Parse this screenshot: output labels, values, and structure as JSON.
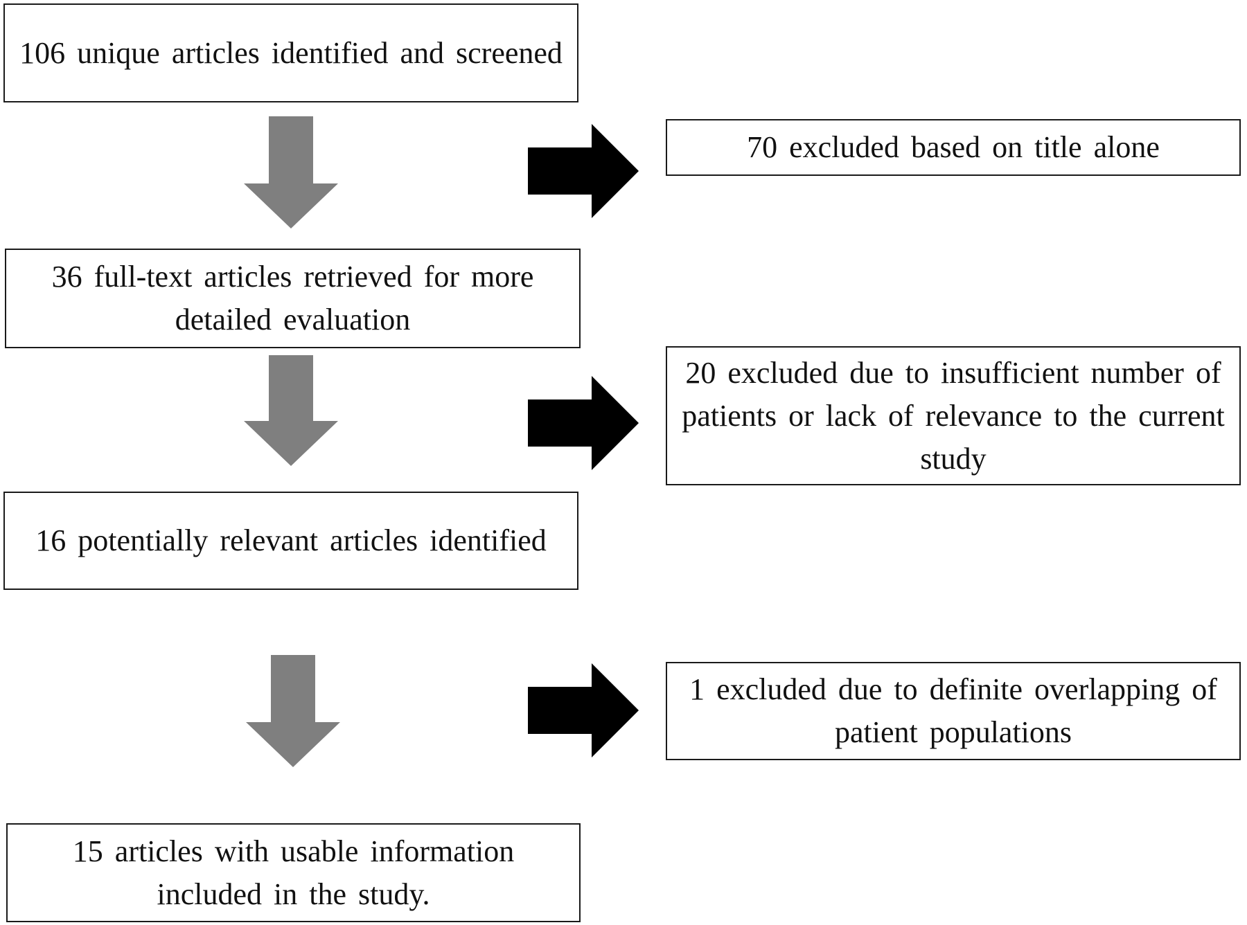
{
  "flow": {
    "steps": [
      {
        "text": "106 unique  articles  identified  and screened"
      },
      {
        "text": "36 full-text  articles  retrieved  for more detailed  evaluation"
      },
      {
        "text": "16 potentially  relevant  articles identified"
      },
      {
        "text": "15 articles  with  usable  information included  in  the  study."
      }
    ],
    "exclusions": [
      {
        "text": "70 excluded  based on title  alone"
      },
      {
        "text": "20 excluded  due to insufficient  number of patients  or lack of relevance  to the current  study"
      },
      {
        "text": "1 excluded  due to definite  overlapping of patient  populations"
      }
    ]
  },
  "colors": {
    "down_arrow": "#7f7f7f",
    "right_arrow": "#000000",
    "box_border": "#1a1a1a"
  }
}
